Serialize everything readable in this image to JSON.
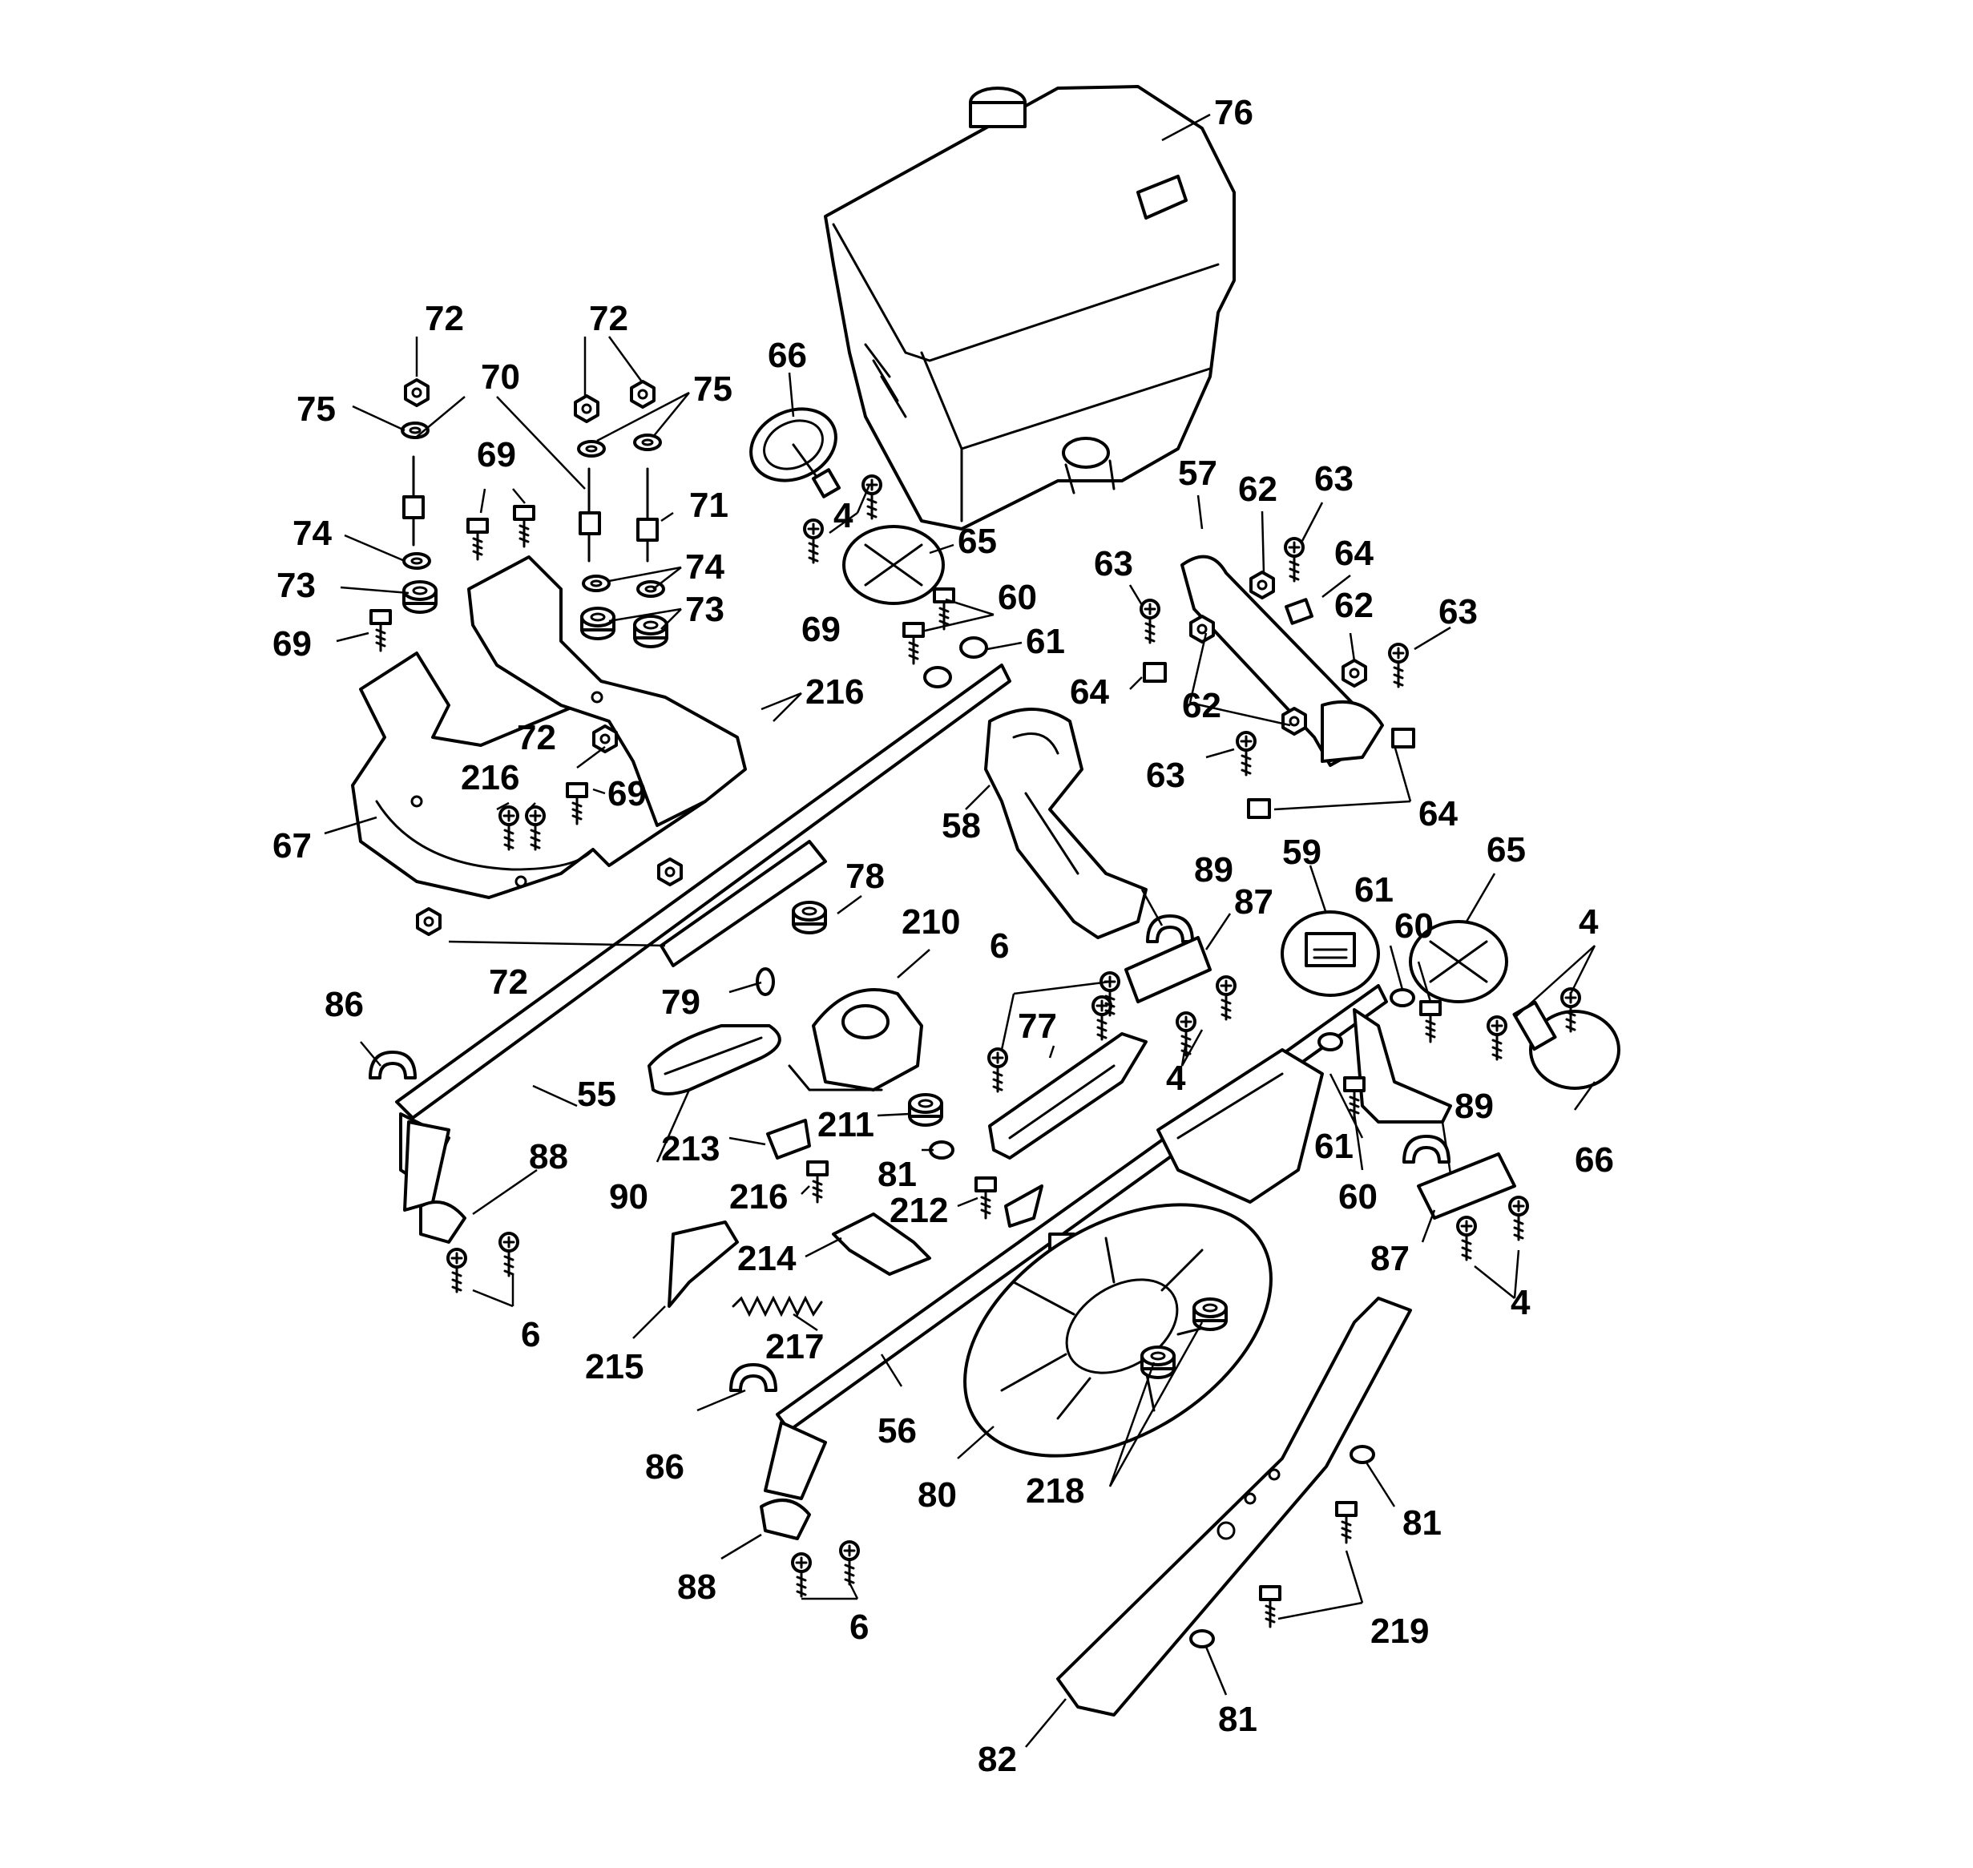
{
  "diagram": {
    "labels": [
      {
        "id": "l76",
        "text": "76"
      },
      {
        "id": "l72a",
        "text": "72"
      },
      {
        "id": "l72b",
        "text": "72"
      },
      {
        "id": "l70",
        "text": "70"
      },
      {
        "id": "l75a",
        "text": "75"
      },
      {
        "id": "l75b",
        "text": "75"
      },
      {
        "id": "l66a",
        "text": "66"
      },
      {
        "id": "l69a",
        "text": "69"
      },
      {
        "id": "l71",
        "text": "71"
      },
      {
        "id": "l74a",
        "text": "74"
      },
      {
        "id": "l74b",
        "text": "74"
      },
      {
        "id": "l73a",
        "text": "73"
      },
      {
        "id": "l73b",
        "text": "73"
      },
      {
        "id": "l69b",
        "text": "69"
      },
      {
        "id": "l69c",
        "text": "69"
      },
      {
        "id": "l4a",
        "text": "4"
      },
      {
        "id": "l65a",
        "text": "65"
      },
      {
        "id": "l57",
        "text": "57"
      },
      {
        "id": "l62a",
        "text": "62"
      },
      {
        "id": "l63a",
        "text": "63"
      },
      {
        "id": "l63b",
        "text": "63"
      },
      {
        "id": "l64a",
        "text": "64"
      },
      {
        "id": "l62b",
        "text": "62"
      },
      {
        "id": "l63c",
        "text": "63"
      },
      {
        "id": "l60a",
        "text": "60"
      },
      {
        "id": "l61a",
        "text": "61"
      },
      {
        "id": "l216a",
        "text": "216"
      },
      {
        "id": "l64b",
        "text": "64"
      },
      {
        "id": "l62c",
        "text": "62"
      },
      {
        "id": "l72c",
        "text": "72"
      },
      {
        "id": "l216b",
        "text": "216"
      },
      {
        "id": "l69d",
        "text": "69"
      },
      {
        "id": "l63d",
        "text": "63"
      },
      {
        "id": "l64c",
        "text": "64"
      },
      {
        "id": "l67",
        "text": "67"
      },
      {
        "id": "l58",
        "text": "58"
      },
      {
        "id": "l59",
        "text": "59"
      },
      {
        "id": "l65b",
        "text": "65"
      },
      {
        "id": "l78",
        "text": "78"
      },
      {
        "id": "l89a",
        "text": "89"
      },
      {
        "id": "l210",
        "text": "210"
      },
      {
        "id": "l87a",
        "text": "87"
      },
      {
        "id": "l61b",
        "text": "61"
      },
      {
        "id": "l60b",
        "text": "60"
      },
      {
        "id": "l4b",
        "text": "4"
      },
      {
        "id": "l6a",
        "text": "6"
      },
      {
        "id": "l72d",
        "text": "72"
      },
      {
        "id": "l79",
        "text": "79"
      },
      {
        "id": "l86a",
        "text": "86"
      },
      {
        "id": "l77",
        "text": "77"
      },
      {
        "id": "l4c",
        "text": "4"
      },
      {
        "id": "l55",
        "text": "55"
      },
      {
        "id": "l89b",
        "text": "89"
      },
      {
        "id": "l211",
        "text": "211"
      },
      {
        "id": "l61c",
        "text": "61"
      },
      {
        "id": "l66b",
        "text": "66"
      },
      {
        "id": "l88a",
        "text": "88"
      },
      {
        "id": "l213",
        "text": "213"
      },
      {
        "id": "l81a",
        "text": "81"
      },
      {
        "id": "l90",
        "text": "90"
      },
      {
        "id": "l216c",
        "text": "216"
      },
      {
        "id": "l60c",
        "text": "60"
      },
      {
        "id": "l212",
        "text": "212"
      },
      {
        "id": "l87b",
        "text": "87"
      },
      {
        "id": "l214",
        "text": "214"
      },
      {
        "id": "l4d",
        "text": "4"
      },
      {
        "id": "l6b",
        "text": "6"
      },
      {
        "id": "l215",
        "text": "215"
      },
      {
        "id": "l217",
        "text": "217"
      },
      {
        "id": "l56",
        "text": "56"
      },
      {
        "id": "l86b",
        "text": "86"
      },
      {
        "id": "l80",
        "text": "80"
      },
      {
        "id": "l218",
        "text": "218"
      },
      {
        "id": "l81b",
        "text": "81"
      },
      {
        "id": "l88b",
        "text": "88"
      },
      {
        "id": "l6c",
        "text": "6"
      },
      {
        "id": "l219",
        "text": "219"
      },
      {
        "id": "l81c",
        "text": "81"
      },
      {
        "id": "l82",
        "text": "82"
      }
    ]
  }
}
